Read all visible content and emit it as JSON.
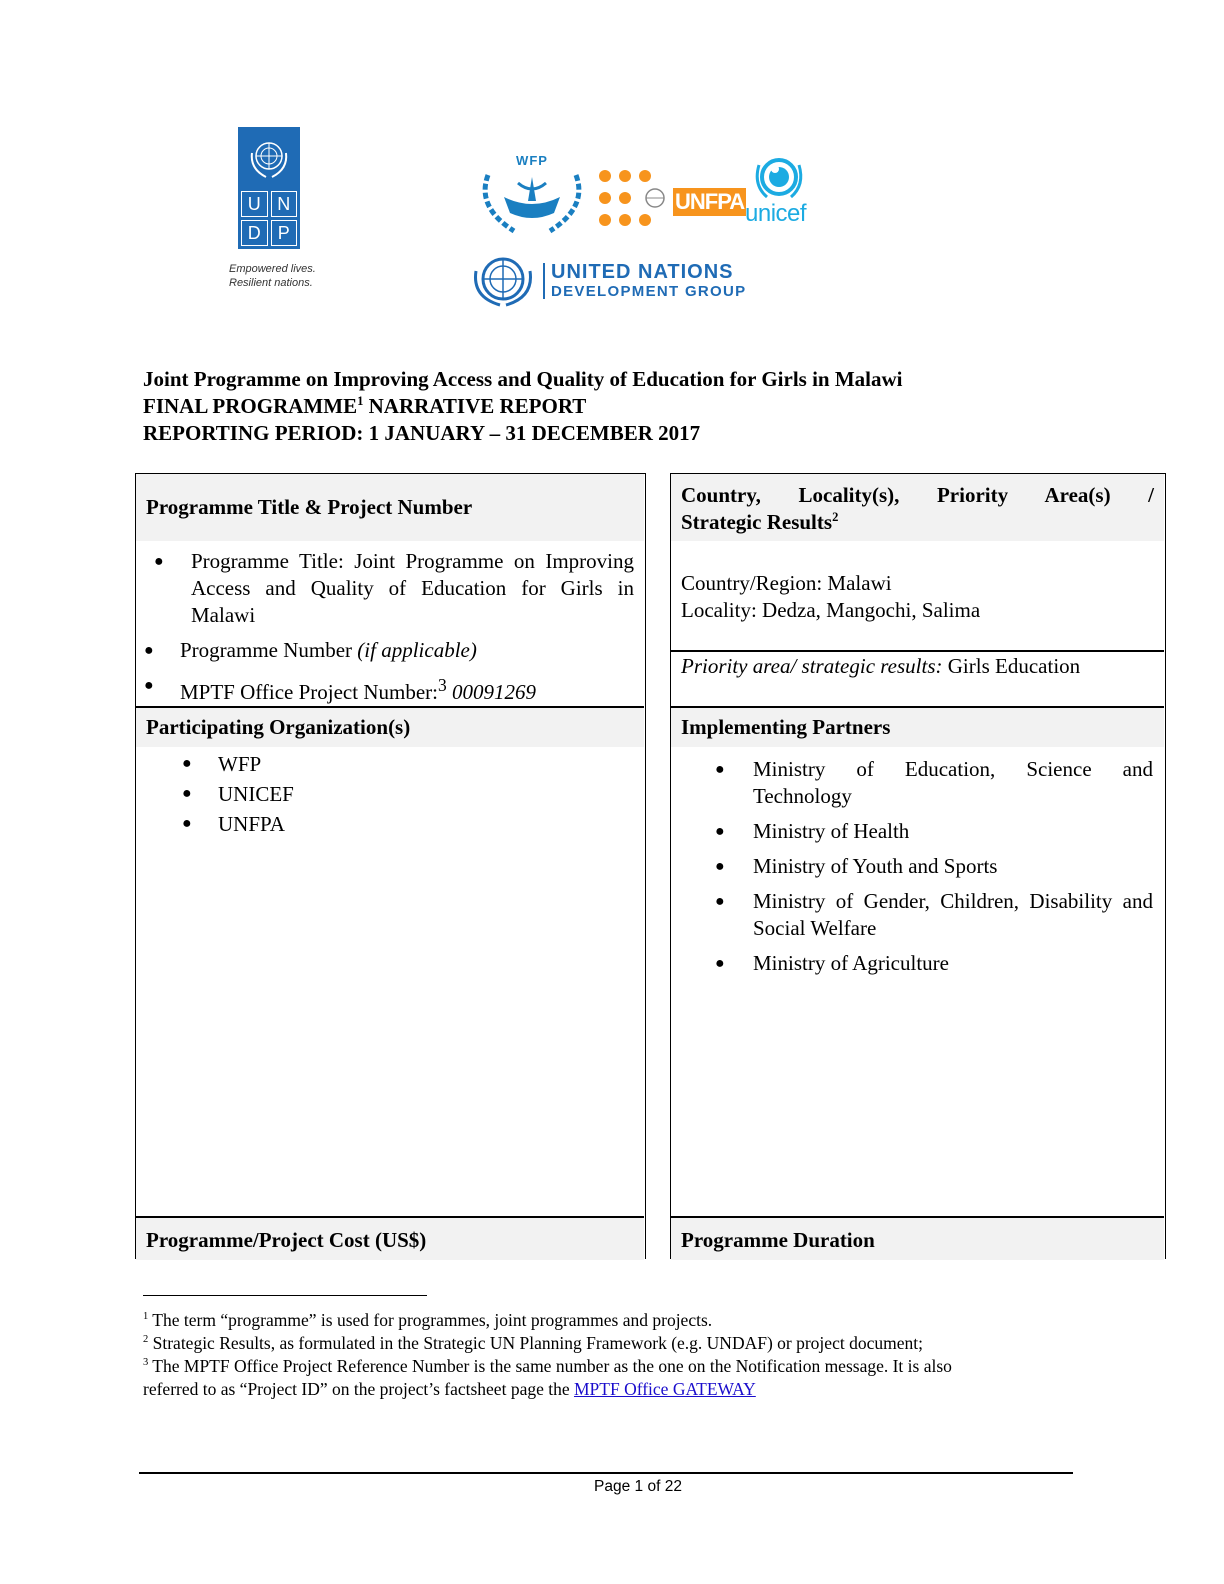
{
  "logos": {
    "undp": {
      "letters": [
        "U",
        "N",
        "D",
        "P"
      ],
      "tagline_1": "Empowered lives.",
      "tagline_2": "Resilient nations."
    },
    "wfp": {
      "text": "WFP"
    },
    "unfpa": {
      "text": "UNFPA"
    },
    "unicef": {
      "text": "unicef"
    },
    "undg": {
      "line1": "UNITED NATIONS",
      "line2": "DEVELOPMENT GROUP"
    },
    "colors": {
      "undp_blue": "#1f6bb5",
      "unfpa_orange": "#f7941d",
      "unicef_cyan": "#1cabe2",
      "wfp_blue": "#1a7fc1"
    }
  },
  "header": {
    "title": "Joint Programme on Improving Access and Quality of Education for Girls in Malawi",
    "subtitle_a": "FINAL PROGRAMME",
    "subtitle_sup": "1",
    "subtitle_b": " NARRATIVE REPORT",
    "period": "REPORTING PERIOD: 1 JANUARY – 31 DECEMBER 2017"
  },
  "left_table": {
    "title_header": "Programme Title & Project Number",
    "programme_title": "Programme Title: Joint Programme on Improving Access and Quality of Education for Girls in Malawi",
    "programme_number_label": "Programme Number ",
    "programme_number_value": "(if applicable)",
    "mptf_label": "MPTF Office Project Number:",
    "mptf_sup": "3",
    "mptf_value": " 00091269",
    "participating_header": "Participating Organization(s)",
    "participating": [
      "WFP",
      "UNICEF",
      "UNFPA"
    ],
    "cost_header": "Programme/Project Cost (US$)"
  },
  "right_table": {
    "country_header_a": "Country, Locality(s), Priority Area(s) /",
    "country_header_b": "Strategic Results",
    "country_header_sup": "2",
    "country_region": "Country/Region: Malawi",
    "locality": "Locality: Dedza, Mangochi, Salima",
    "priority_label": "Priority area/ strategic results:",
    "priority_value": " Girls Education",
    "implementing_header": "Implementing Partners",
    "partners": [
      "Ministry of Education, Science and Technology",
      "Ministry of Health",
      "Ministry of Youth and Sports",
      "Ministry of Gender, Children, Disability and Social Welfare",
      "Ministry of Agriculture"
    ],
    "duration_header": "Programme Duration"
  },
  "footnotes": {
    "fn1_num": "1",
    "fn1": " The term “programme” is used for programmes, joint programmes and projects.",
    "fn2_num": "2",
    "fn2": " Strategic Results, as formulated in the Strategic UN Planning Framework (e.g. UNDAF) or project document;",
    "fn3_num": "3",
    "fn3_a": " The MPTF Office Project Reference Number is the same number as the one on the Notification message. It is also",
    "fn3_b": "referred to as “Project ID” on the project’s factsheet page the ",
    "fn3_link": "MPTF Office GATEWAY"
  },
  "page": {
    "number_text": "Page 1 of 22"
  }
}
